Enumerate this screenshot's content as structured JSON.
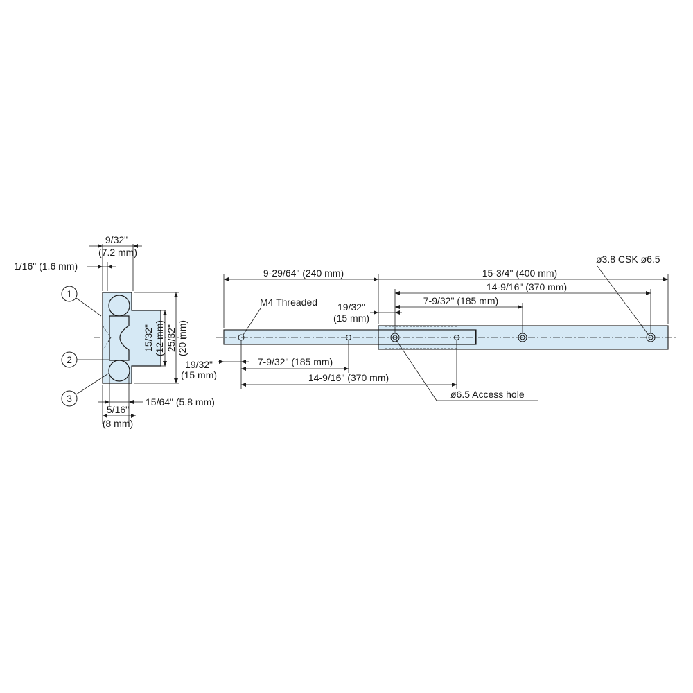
{
  "cross_section": {
    "width_top": "9/32\"",
    "width_top_mm": "(7.2 mm)",
    "thickness": "1/16\" (1.6 mm)",
    "inner_height": "15/32\"",
    "inner_height_mm": "(12 mm)",
    "total_height": "25/32\"",
    "total_height_mm": "(20 mm)",
    "bottom_width": "5/16\"",
    "bottom_width_mm": "(8 mm)",
    "offset": "15/64\" (5.8 mm)",
    "callouts": [
      "1",
      "2",
      "3"
    ]
  },
  "side_view": {
    "overall_length": "9-29/64\" (240 mm)",
    "extension": "15-3/4\" (400 mm)",
    "csk_hole": "ø3.8 CSK ø6.5",
    "upper_pitch_long": "14-9/16\" (370 mm)",
    "upper_offset": "19/32\"",
    "upper_offset_mm": "(15 mm)",
    "upper_pitch_short": "7-9/32\" (185 mm)",
    "m4_label": "M4 Threaded",
    "lower_offset": "19/32\"",
    "lower_offset_mm": "(15 mm)",
    "lower_pitch_short": "7-9/32\" (185 mm)",
    "lower_pitch_long": "14-9/16\" (370 mm)",
    "access_hole": "ø6.5 Access hole"
  },
  "colors": {
    "fill": "#d6e9f5",
    "line": "#1a1a1a"
  }
}
